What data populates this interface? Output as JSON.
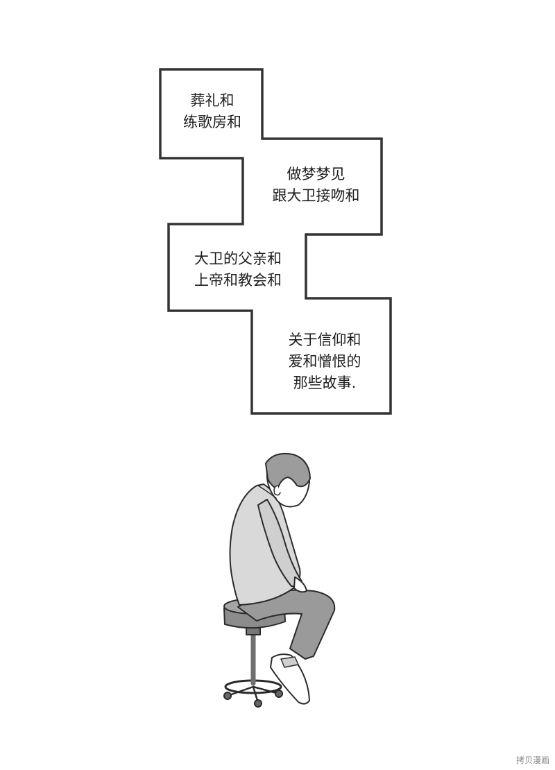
{
  "captions": [
    {
      "lines": [
        "葬礼和",
        "练歌房和"
      ]
    },
    {
      "lines": [
        "做梦梦见",
        "跟大卫接吻和"
      ]
    },
    {
      "lines": [
        "大卫的父亲和",
        "上帝和教会和"
      ]
    },
    {
      "lines": [
        "关于信仰和",
        "爱和憎恨的",
        "那些故事."
      ]
    }
  ],
  "watermark": "拷贝漫画",
  "colors": {
    "ink": "#2b2b2b",
    "sweater": "#d9d9d9",
    "pants": "#9a9a9a",
    "stool": "#8c8c8c"
  }
}
